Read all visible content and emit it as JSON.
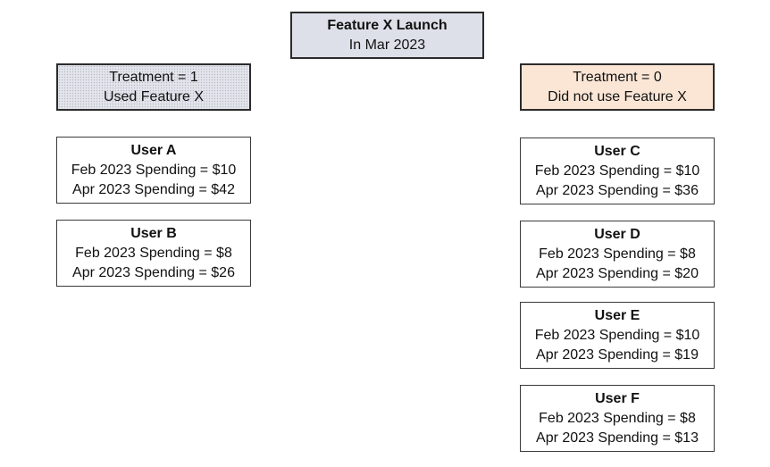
{
  "launch": {
    "title": "Feature X Launch",
    "subtitle": "In Mar 2023"
  },
  "treatment_group": {
    "label": "Treatment = 1",
    "description": "Used Feature X",
    "fill_color": "#e4e6ec"
  },
  "control_group": {
    "label": "Treatment = 0",
    "description": "Did not use Feature X",
    "fill_color": "#fbe6d6"
  },
  "users": {
    "a": {
      "name": "User A",
      "feb": "Feb 2023 Spending = $10",
      "apr": "Apr 2023 Spending = $42"
    },
    "b": {
      "name": "User B",
      "feb": "Feb 2023 Spending = $8",
      "apr": "Apr 2023 Spending = $26"
    },
    "c": {
      "name": "User C",
      "feb": "Feb 2023 Spending = $10",
      "apr": "Apr 2023 Spending = $36"
    },
    "d": {
      "name": "User D",
      "feb": "Feb 2023 Spending = $8",
      "apr": "Apr 2023 Spending = $20"
    },
    "e": {
      "name": "User E",
      "feb": "Feb 2023 Spending = $10",
      "apr": "Apr 2023 Spending = $19"
    },
    "f": {
      "name": "User F",
      "feb": "Feb 2023 Spending = $8",
      "apr": "Apr 2023 Spending = $13"
    }
  }
}
